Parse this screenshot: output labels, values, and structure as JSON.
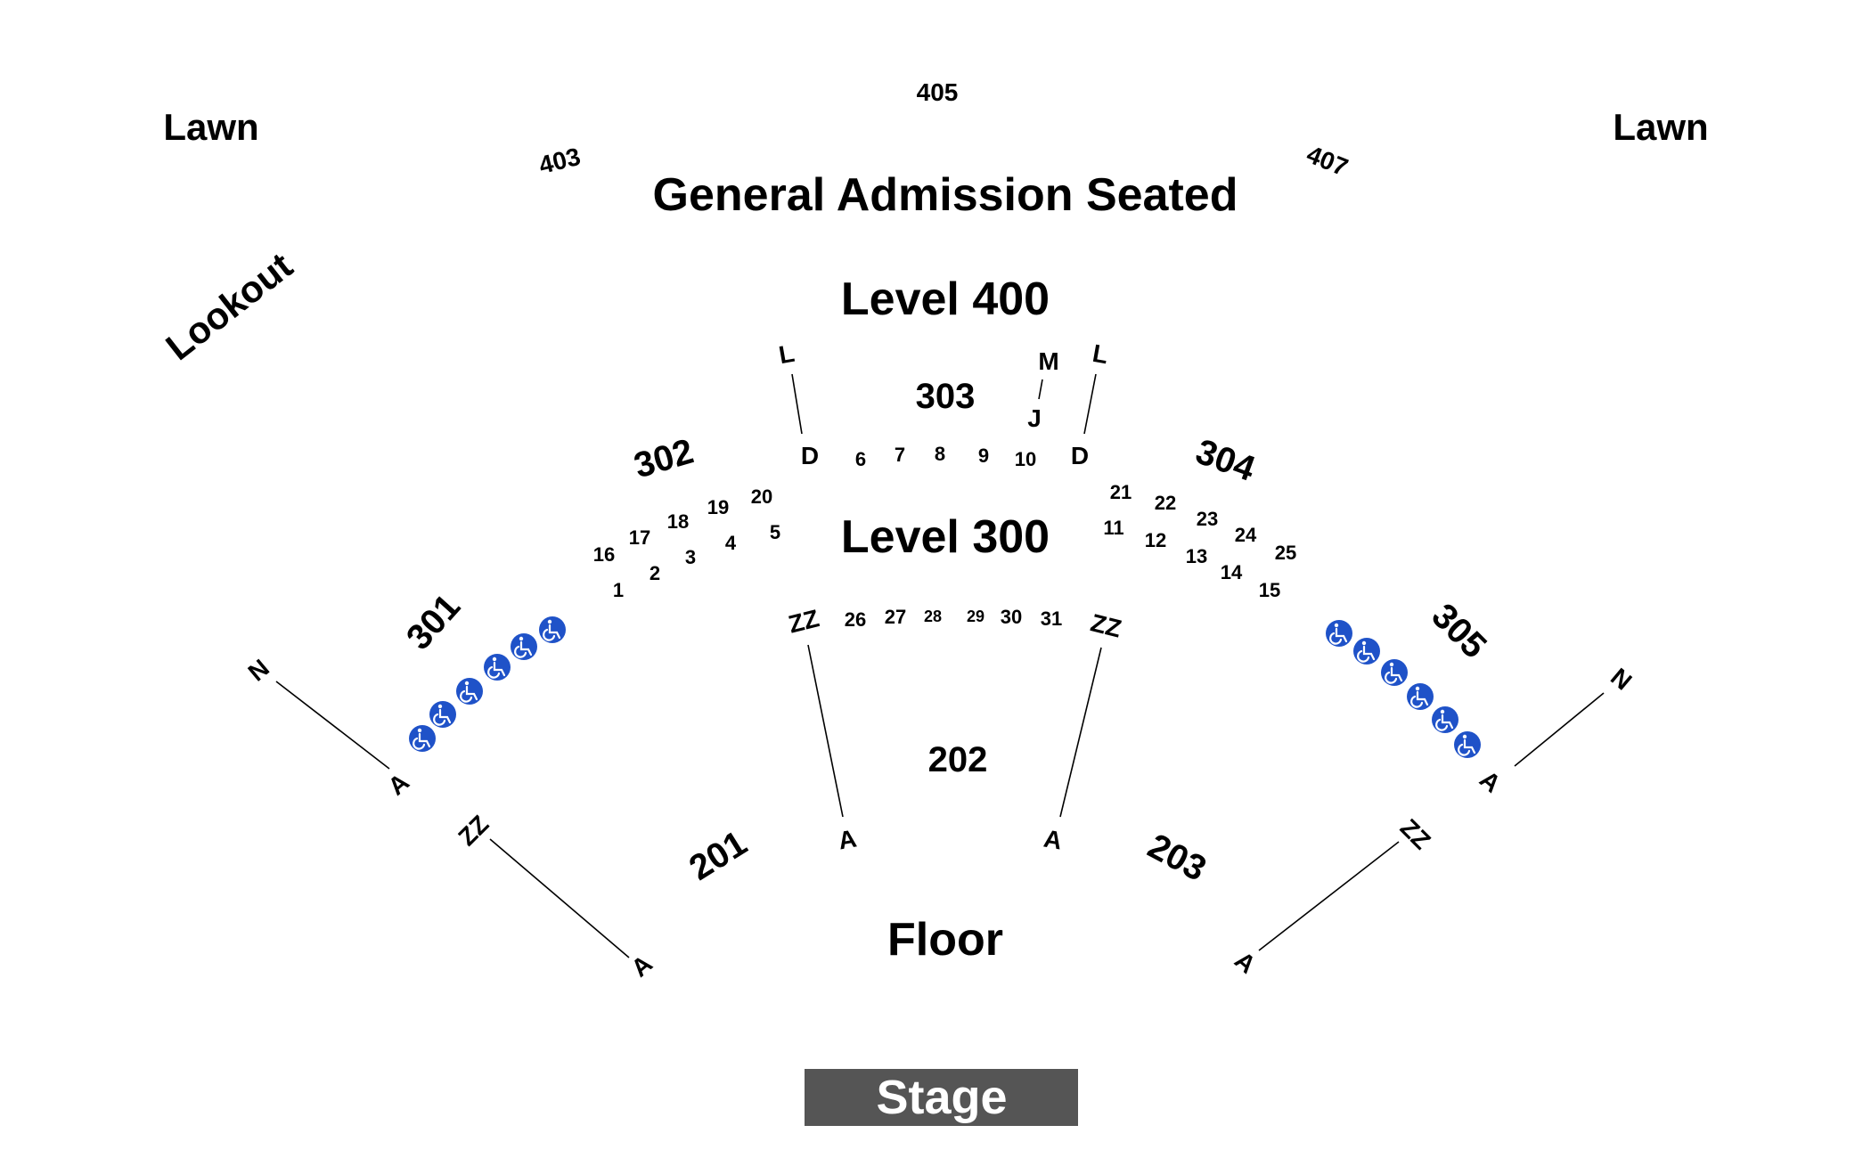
{
  "areas": {
    "lawn_left": "Lawn",
    "lawn_right": "Lawn",
    "lookout": "Lookout",
    "general_admission": "General Admission Seated",
    "level_400": "Level 400",
    "level_300": "Level 300",
    "floor": "Floor",
    "stage": "Stage"
  },
  "sections": {
    "s403": "403",
    "s405": "405",
    "s407": "407",
    "s301": "301",
    "s302": "302",
    "s303": "303",
    "s304": "304",
    "s305": "305",
    "s201": "201",
    "s202": "202",
    "s203": "203"
  },
  "rows": {
    "L": "L",
    "M": "M",
    "J": "J",
    "D": "D",
    "A": "A",
    "N": "N",
    "ZZ": "ZZ"
  },
  "boxes": {
    "b1": "1",
    "b2": "2",
    "b3": "3",
    "b4": "4",
    "b5": "5",
    "b6": "6",
    "b7": "7",
    "b8": "8",
    "b9": "9",
    "b10": "10",
    "b11": "11",
    "b12": "12",
    "b13": "13",
    "b14": "14",
    "b15": "15",
    "b16": "16",
    "b17": "17",
    "b18": "18",
    "b19": "19",
    "b20": "20",
    "b21": "21",
    "b22": "22",
    "b23": "23",
    "b24": "24",
    "b25": "25",
    "b26": "26",
    "b27": "27",
    "b28": "28",
    "b29": "29",
    "b30": "30",
    "b31": "31"
  },
  "wheelchair_icon": "wheelchair-accessible-icon",
  "wheelchair_color": "#1f52c8",
  "stage_color": "#555555",
  "background": "#ffffff"
}
